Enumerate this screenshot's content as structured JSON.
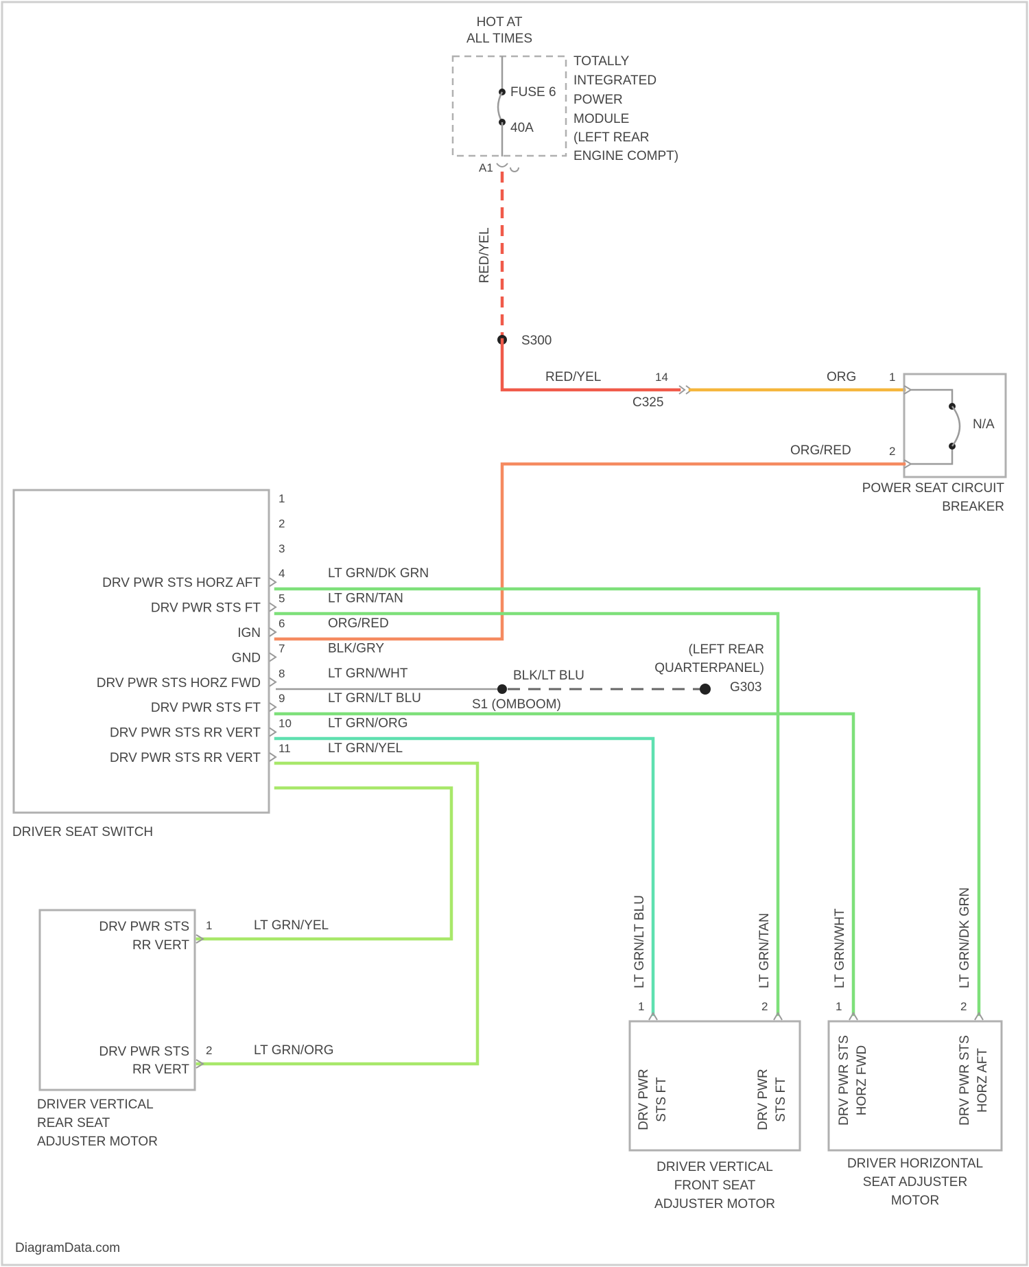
{
  "hot_at_all_times": [
    "HOT AT",
    "ALL TIMES"
  ],
  "tipm": [
    "TOTALLY",
    "INTEGRATED",
    "POWER",
    "MODULE",
    "(LEFT REAR",
    "ENGINE COMPT)"
  ],
  "fuse": {
    "label": "FUSE 6",
    "rating": "40A",
    "cavity": "A1"
  },
  "splice_s300": "S300",
  "connector_c325": "C325",
  "circuit_breaker": {
    "name": [
      "POWER SEAT CIRCUIT",
      "BREAKER"
    ],
    "rating": "N/A",
    "pin1": "1",
    "pin2": "2"
  },
  "driver_seat_switch": {
    "name": "DRIVER SEAT SWITCH",
    "pins": [
      {
        "pin": "1",
        "label": "",
        "wire": ""
      },
      {
        "pin": "2",
        "label": "",
        "wire": ""
      },
      {
        "pin": "3",
        "label": "",
        "wire": ""
      },
      {
        "pin": "4",
        "label": "DRV PWR STS HORZ AFT",
        "wire": "LT GRN/DK GRN"
      },
      {
        "pin": "5",
        "label": "DRV PWR STS FT",
        "wire": "LT GRN/TAN"
      },
      {
        "pin": "6",
        "label": "IGN",
        "wire": "ORG/RED"
      },
      {
        "pin": "7",
        "label": "GND",
        "wire": "BLK/GRY"
      },
      {
        "pin": "8",
        "label": "DRV PWR STS HORZ FWD",
        "wire": "LT GRN/WHT"
      },
      {
        "pin": "9",
        "label": "DRV PWR STS FT",
        "wire": "LT GRN/LT BLU"
      },
      {
        "pin": "10",
        "label": "DRV PWR STS RR VERT",
        "wire": "LT GRN/ORG"
      },
      {
        "pin": "11",
        "label": "DRV PWR STS RR VERT",
        "wire": "LT GRN/YEL"
      }
    ]
  },
  "wires": {
    "red_yel": "RED/YEL",
    "red_yel_pin": "14",
    "org": "ORG",
    "org_red": "ORG/RED",
    "blk_lt_blu": "BLK/LT BLU",
    "s1": "S1 (OMBOOM)"
  },
  "ground": {
    "location": [
      "(LEFT REAR",
      "QUARTERPANEL)"
    ],
    "id": "G303"
  },
  "rear_vert_motor": {
    "name": [
      "DRIVER VERTICAL",
      "REAR SEAT",
      "ADJUSTER MOTOR"
    ],
    "pin1": {
      "pin": "1",
      "label": [
        "DRV PWR STS",
        "RR VERT"
      ],
      "wire": "LT GRN/YEL"
    },
    "pin2": {
      "pin": "2",
      "label": [
        "DRV PWR STS",
        "RR VERT"
      ],
      "wire": "LT GRN/ORG"
    }
  },
  "front_vert_motor": {
    "name": [
      "DRIVER VERTICAL",
      "FRONT SEAT",
      "ADJUSTER MOTOR"
    ],
    "pin1": {
      "pin": "1",
      "label": [
        "DRV PWR",
        "STS FT"
      ],
      "wire": "LT GRN/LT BLU"
    },
    "pin2": {
      "pin": "2",
      "label": [
        "DRV PWR",
        "STS FT"
      ],
      "wire": "LT GRN/TAN"
    }
  },
  "horz_motor": {
    "name": [
      "DRIVER HORIZONTAL",
      "SEAT ADJUSTER",
      "MOTOR"
    ],
    "pin1": {
      "pin": "1",
      "label": [
        "DRV PWR STS",
        "HORZ FWD"
      ],
      "wire": "LT GRN/WHT"
    },
    "pin2": {
      "pin": "2",
      "label": [
        "DRV PWR STS",
        "HORZ AFT"
      ],
      "wire": "LT GRN/DK GRN"
    }
  },
  "watermark": "DiagramData.com",
  "colors": {
    "red_yel": "#f05a4a",
    "org": "#f5b63c",
    "org_red": "#f58a60",
    "green": "#7ee07a",
    "green_light": "#a8e86a",
    "teal": "#5fe0b0",
    "gray": "#9a9a9a"
  }
}
